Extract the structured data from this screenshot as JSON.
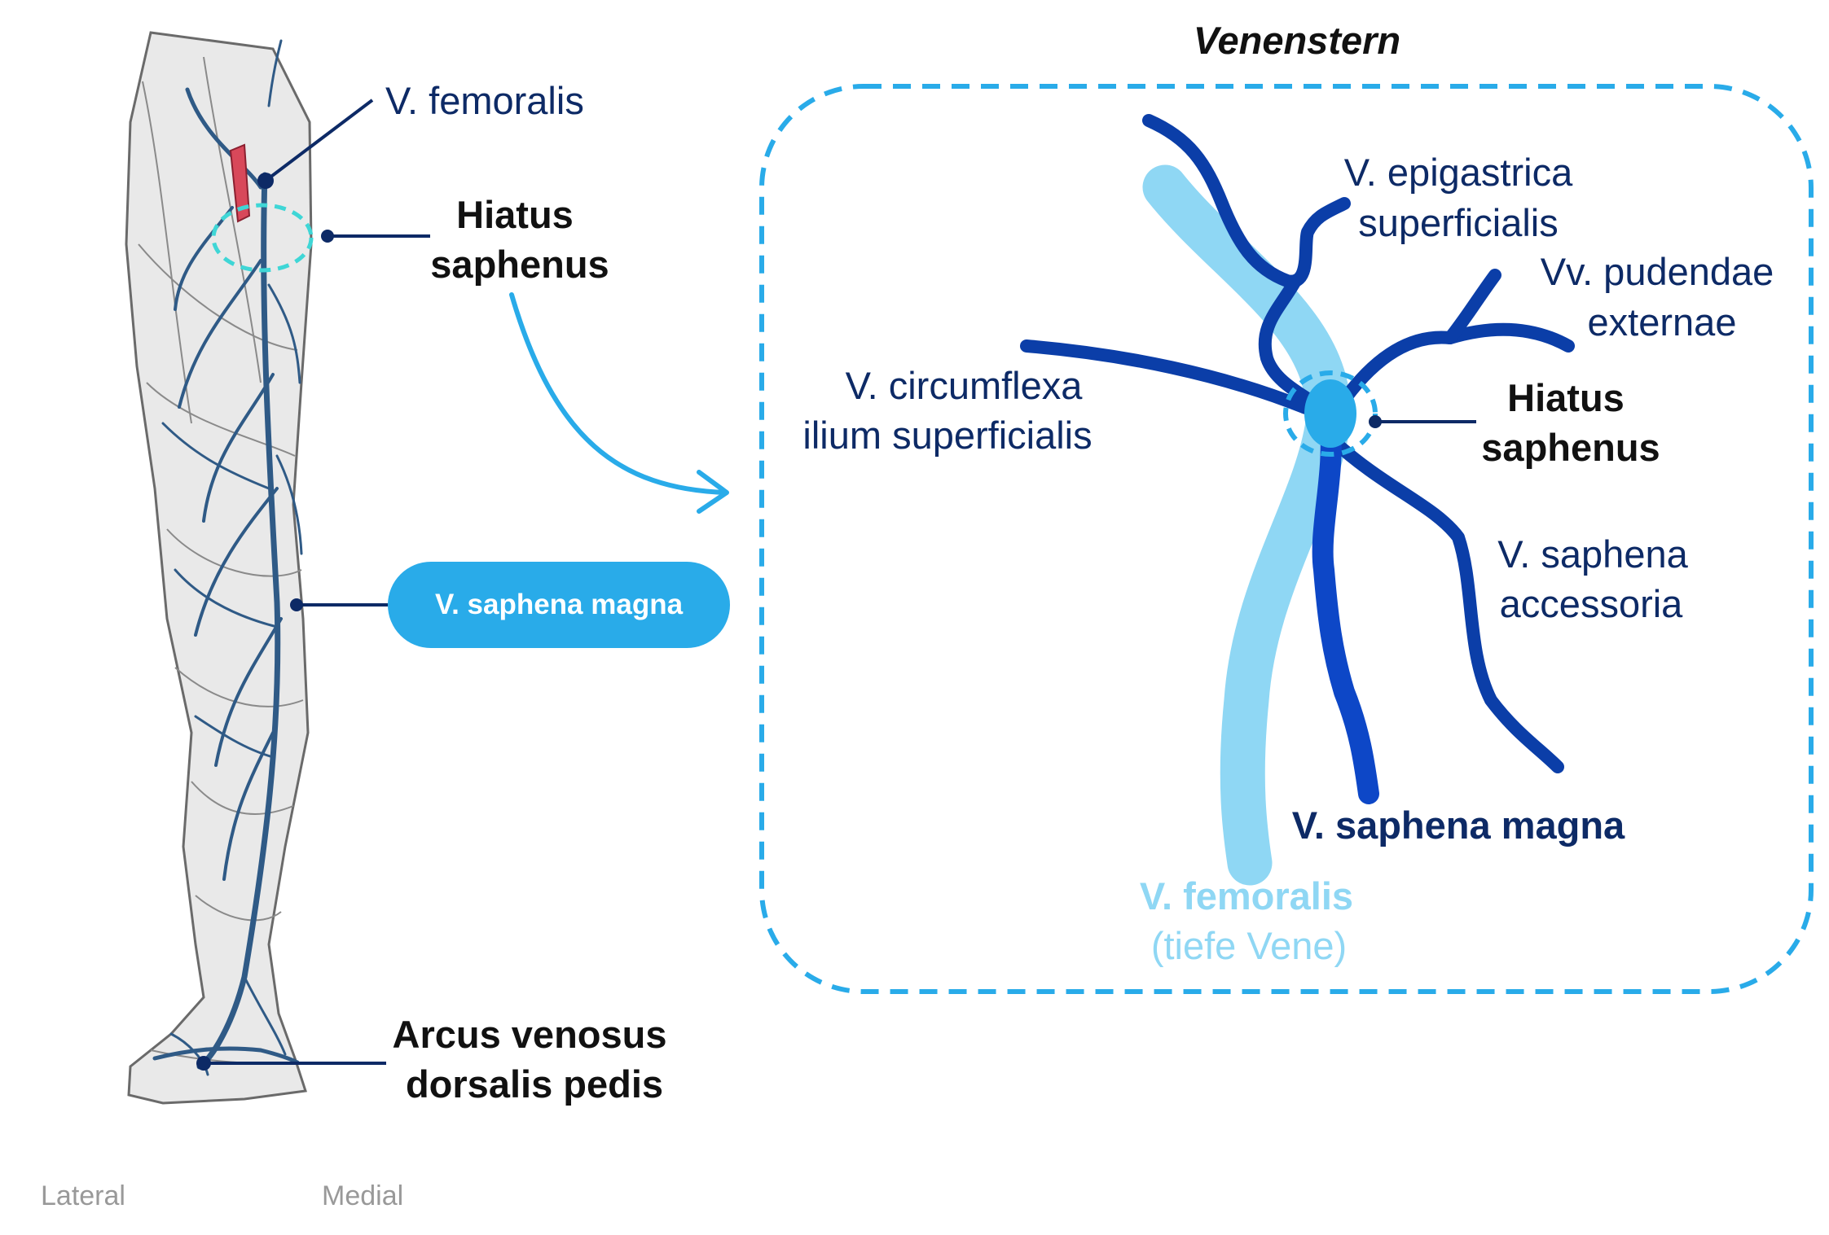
{
  "colors": {
    "navy": "#0d2a66",
    "darkBlue": "#0b3ea8",
    "deepBlue": "#0d47c7",
    "lightBlue": "#8fd7f4",
    "accent": "#29abe9",
    "skin": "#e9e9e9",
    "vein": "#2f5a86",
    "artery": "#d8485a",
    "hiatusRing": "#3fd6d6"
  },
  "leg": {
    "label_femoralis": "V. femoralis",
    "label_hiatus_line1": "Hiatus",
    "label_hiatus_line2": "saphenus",
    "label_magna": "V. saphena magna",
    "label_arcus_line1": "Arcus venosus",
    "label_arcus_line2": "dorsalis pedis",
    "lateral": "Lateral",
    "medial": "Medial"
  },
  "venenstern": {
    "title": "Venenstern",
    "epigastrica_line1": "V. epigastrica",
    "epigastrica_line2": "superficialis",
    "pudendae_line1": "Vv. pudendae",
    "pudendae_line2": "externae",
    "circumflexa_line1": "V. circumflexa",
    "circumflexa_line2": "ilium superficialis",
    "hiatus_line1": "Hiatus",
    "hiatus_line2": "saphenus",
    "accessoria_line1": "V. saphena",
    "accessoria_line2": "accessoria",
    "magna": "V. saphena magna",
    "femoralis": "V. femoralis",
    "femoralis_sub": "(tiefe Vene)"
  }
}
